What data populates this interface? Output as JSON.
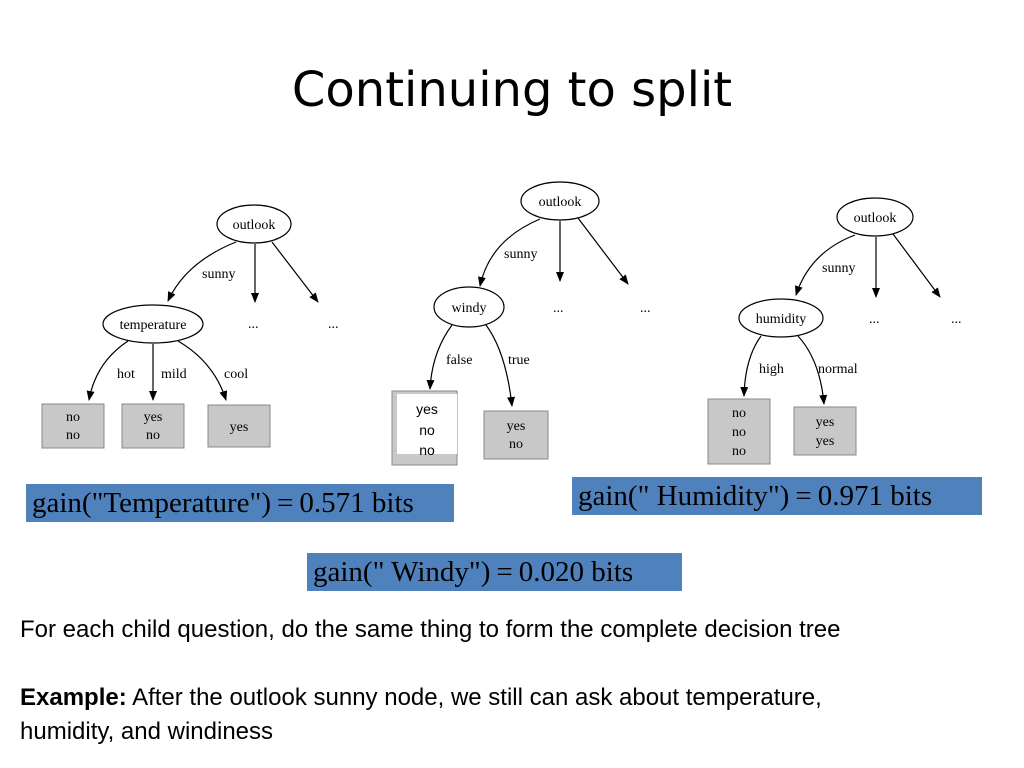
{
  "slide": {
    "title": "Continuing to split",
    "note": "For each child question, do the same thing to form the complete decision tree",
    "example_label": "Example:",
    "example_text_line1": " After the outlook sunny node, we still can ask about temperature,",
    "example_text_line2": "humidity, and windiness"
  },
  "trees": {
    "temperature": {
      "root": "outlook",
      "edge": "sunny",
      "ellipsis": [
        "...",
        "..."
      ],
      "child": "temperature",
      "branches": [
        "hot",
        "mild",
        "cool"
      ],
      "leaves": [
        [
          "no",
          "no"
        ],
        [
          "yes",
          "no"
        ],
        [
          "yes"
        ]
      ]
    },
    "windy": {
      "root": "outlook",
      "edge": "sunny",
      "ellipsis": [
        "...",
        "..."
      ],
      "child": "windy",
      "branches": [
        "false",
        "true"
      ],
      "leaves": [
        [
          "yes",
          "no",
          "no"
        ],
        [
          "yes",
          "no"
        ]
      ]
    },
    "humidity": {
      "root": "outlook",
      "edge": "sunny",
      "ellipsis": [
        "...",
        "..."
      ],
      "child": "humidity",
      "branches": [
        "high",
        "normal"
      ],
      "leaves": [
        [
          "no",
          "no",
          "no"
        ],
        [
          "yes",
          "yes"
        ]
      ]
    }
  },
  "gains": {
    "temperature": {
      "lhs": "gain(\"Temperature\")",
      "eq": "=",
      "rhs": "0.571 bits"
    },
    "humidity": {
      "lhs": "gain(\" Humidity\")",
      "eq": "=",
      "rhs": "0.971 bits"
    },
    "windy": {
      "lhs": "gain(\" Windy\")",
      "eq": "=",
      "rhs": "0.020 bits"
    }
  },
  "colors": {
    "highlight": "#4f81bd",
    "leaf_fill": "#c8c8c8",
    "leaf_stroke": "#888888"
  }
}
